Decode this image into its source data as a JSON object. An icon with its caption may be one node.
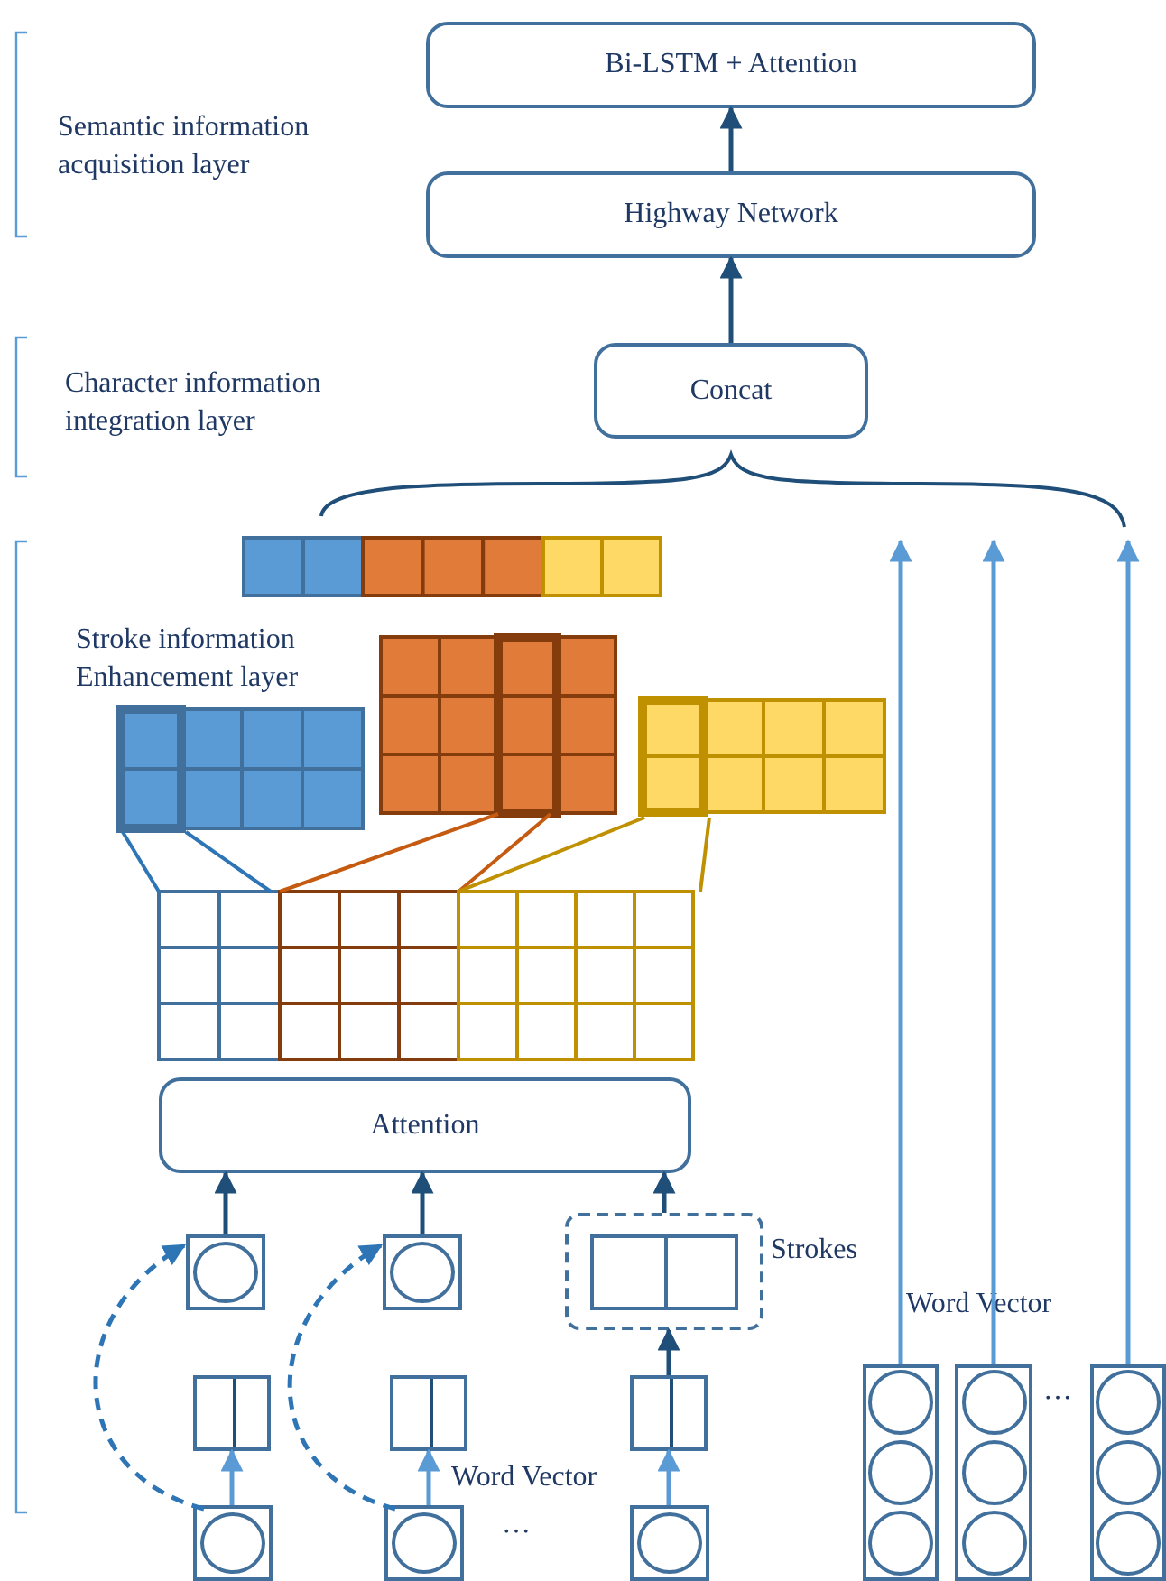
{
  "diagram": {
    "nodes": [
      {
        "text": [
          "Bi-LSTM + Attention"
        ]
      },
      {
        "text": [
          "Highway Network"
        ]
      },
      {
        "text": [
          "Concat"
        ]
      },
      {
        "text": [
          "Attention"
        ]
      },
      {
        "text": [
          "Strokes"
        ]
      },
      {
        "text": [],
        "shape": "circle"
      },
      {
        "text": [],
        "shape": "circle"
      },
      {
        "text": [],
        "shape": "box",
        "in": 4
      },
      {
        "text": [],
        "shape": "box"
      },
      {
        "text": [],
        "shape": "box"
      },
      {
        "text": [],
        "shape": "box"
      },
      {
        "text": [],
        "shape": "circle"
      },
      {
        "text": [],
        "shape": "circle"
      },
      {
        "text": [],
        "shape": "circle"
      },
      {
        "text": [],
        "shape": "bar"
      },
      {
        "text": [],
        "shape": "bar"
      },
      {
        "text": [],
        "shape": "bar"
      }
    ],
    "edges": [
      {
        "from": 1,
        "to": 0,
        "arrow": "to"
      },
      {
        "from": 2,
        "to": 1,
        "arrow": "to"
      },
      {
        "from": 5,
        "to": 3,
        "arrow": "to"
      },
      {
        "from": 6,
        "to": 3,
        "arrow": "to"
      },
      {
        "from": 4,
        "to": 3,
        "arrow": "to"
      },
      {
        "from": 10,
        "to": 4,
        "arrow": "to"
      },
      {
        "from": 11,
        "to": 8,
        "arrow": "to",
        "color": "#5b9bd5"
      },
      {
        "from": 12,
        "to": 9,
        "arrow": "to",
        "color": "#5b9bd5"
      },
      {
        "from": 13,
        "to": 10,
        "arrow": "to",
        "color": "#5b9bd5"
      },
      {
        "from": 11,
        "to": 5,
        "arrow": "to",
        "style": "dashed",
        "color": "#2e75b6"
      },
      {
        "from": 12,
        "to": 6,
        "arrow": "to",
        "style": "dashed",
        "color": "#2e75b6"
      },
      {
        "from": 14,
        "to": 2,
        "arrow": "to",
        "color": "#5b9bd5"
      },
      {
        "from": 15,
        "to": 2,
        "arrow": "to",
        "color": "#5b9bd5"
      },
      {
        "from": 16,
        "to": 2,
        "arrow": "to",
        "color": "#5b9bd5"
      }
    ],
    "labels": [
      "Semantic information acquisition layer",
      "Character information integration layer",
      "Stroke information Enhancement layer",
      "Word Vector",
      "Word Vector",
      "…",
      "…"
    ]
  }
}
